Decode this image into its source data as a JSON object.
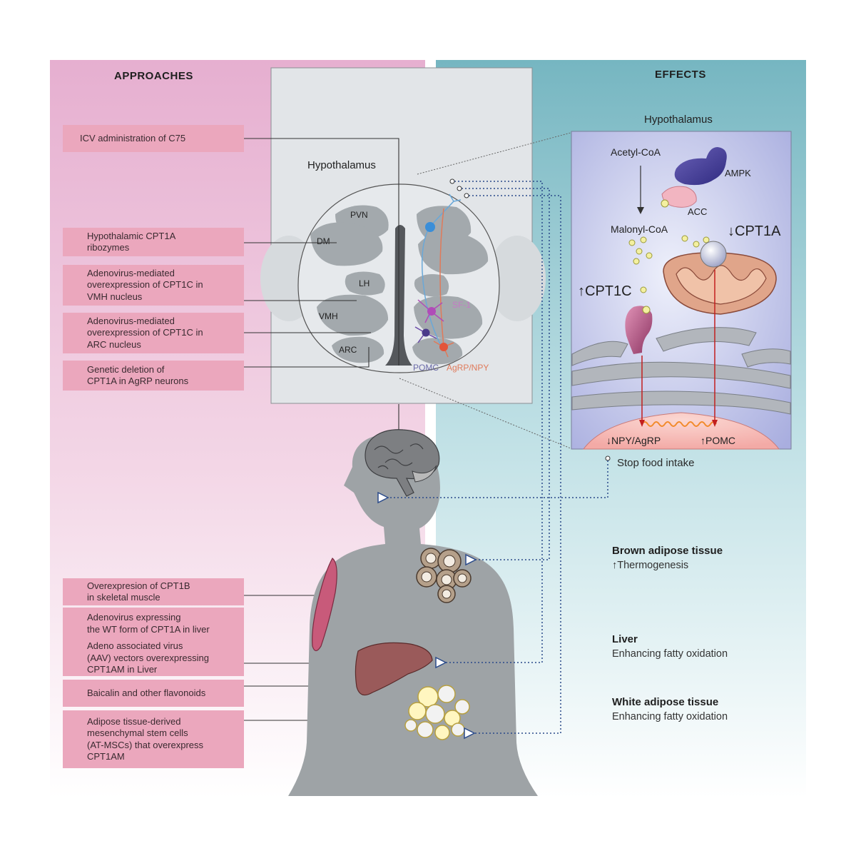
{
  "headers": {
    "approaches": "APPROACHES",
    "effects": "EFFECTS"
  },
  "approaches": [
    {
      "id": "icv",
      "text": "ICV administration of C75"
    },
    {
      "id": "ribozymes",
      "text": "Hypothalamic CPT1A\nribozymes"
    },
    {
      "id": "vmh",
      "text": "Adenovirus-mediated\noverexpression of CPT1C in\nVMH nucleus"
    },
    {
      "id": "arc",
      "text": "Adenovirus-mediated\noverexpression of CPT1C in\nARC nucleus"
    },
    {
      "id": "agrp",
      "text": "Genetic deletion of\nCPT1A in AgRP neurons"
    },
    {
      "id": "cpt1b",
      "text": "Overexpresion of CPT1B\nin skeletal muscle"
    },
    {
      "id": "liver1",
      "text": "Adenovirus expressing\nthe WT  form of CPT1A in liver"
    },
    {
      "id": "liver2",
      "text": "Adeno associated virus\n(AAV) vectors overexpressing\nCPT1AM in Liver"
    },
    {
      "id": "baicalin",
      "text": "Baicalin and other flavonoids"
    },
    {
      "id": "msc",
      "text": "Adipose tissue-derived\nmesenchymal stem cells\n(AT-MSCs) that overexpress\nCPT1AM"
    }
  ],
  "hypothalamus_section": {
    "title": "Hypothalamus",
    "nuclei": [
      "PVN",
      "DM",
      "LH",
      "VMH",
      "ARC"
    ],
    "neurons": {
      "sf1": "SF-1",
      "pomc": "POMC",
      "agrp": "AgRP/NPY"
    }
  },
  "effects_panel": {
    "title": "Hypothalamus",
    "acetyl": "Acetyl-CoA",
    "malonyl": "Malonyl-CoA",
    "ampk": "AMPK",
    "acc": "ACC",
    "cpt1a": "↓CPT1A",
    "cpt1c": "↑CPT1C",
    "npy": "↓NPY/AgRP",
    "pomc": "↑POMC"
  },
  "stop_food": "Stop food intake",
  "tissue_effects": [
    {
      "tissue": "Brown adipose tissue",
      "effect": "↑Thermogenesis"
    },
    {
      "tissue": "Liver",
      "effect": "Enhancing fatty oxidation"
    },
    {
      "tissue": "White adipose tissue",
      "effect": "Enhancing fatty oxidation"
    }
  ],
  "colors": {
    "approach_box": "#eba7bd",
    "pink_panel": "#e7b3d3",
    "teal_panel": "#7fbcc6",
    "body": "#9ea3a6",
    "dotted_link": "#2a4a8a",
    "mito": "#e0a58a",
    "cpt1c_protein": "#b0527a"
  }
}
